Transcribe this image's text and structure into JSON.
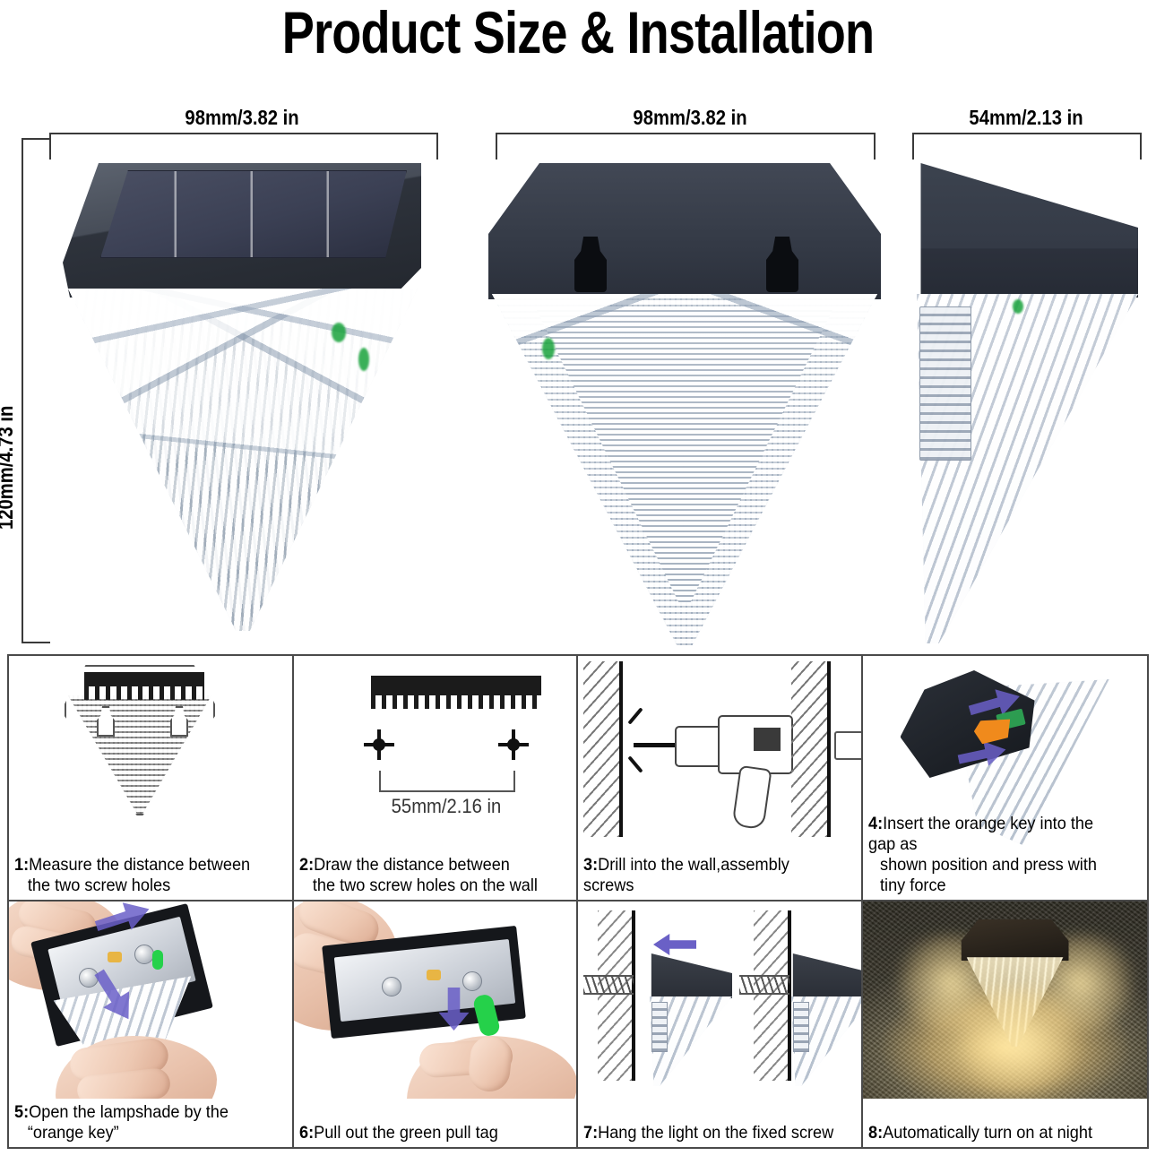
{
  "header": {
    "title": "Product Size & Installation"
  },
  "dimensions": {
    "front_width": "98mm/3.82 in",
    "back_width": "98mm/3.82 in",
    "side_width": "54mm/2.13 in",
    "height": "120mm/4.73 in",
    "screw_spacing": "55mm/2.16 in"
  },
  "steps": [
    {
      "number": "1:",
      "line1": "Measure the distance between",
      "line2": "the two screw holes"
    },
    {
      "number": "2:",
      "line1": "Draw the distance between",
      "line2": "the two screw holes on the wall"
    },
    {
      "number": "3:",
      "line1": "Drill into the wall,assembly screws",
      "line2": ""
    },
    {
      "number": "4:",
      "line1": "Insert the orange key into the gap as",
      "line2": "shown position and press with tiny force"
    },
    {
      "number": "5:",
      "line1": "Open the lampshade by the",
      "line2": "“orange key”"
    },
    {
      "number": "6:",
      "line1": "Pull out the green pull tag",
      "line2": ""
    },
    {
      "number": "7:",
      "line1": "Hang the light on the fixed screw",
      "line2": ""
    },
    {
      "number": "8:",
      "line1": "Automatically turn on at night",
      "line2": ""
    }
  ],
  "colors": {
    "background": "#ffffff",
    "text": "#000000",
    "border": "#4a4a4a",
    "housing_dark": "#2e333c",
    "crystal": "#e7ebf0",
    "orange_key": "#f08a1c",
    "green_tag": "#25d14a",
    "arrow_purple": "#6a5fc8",
    "night_glow": "#ffe29a"
  }
}
